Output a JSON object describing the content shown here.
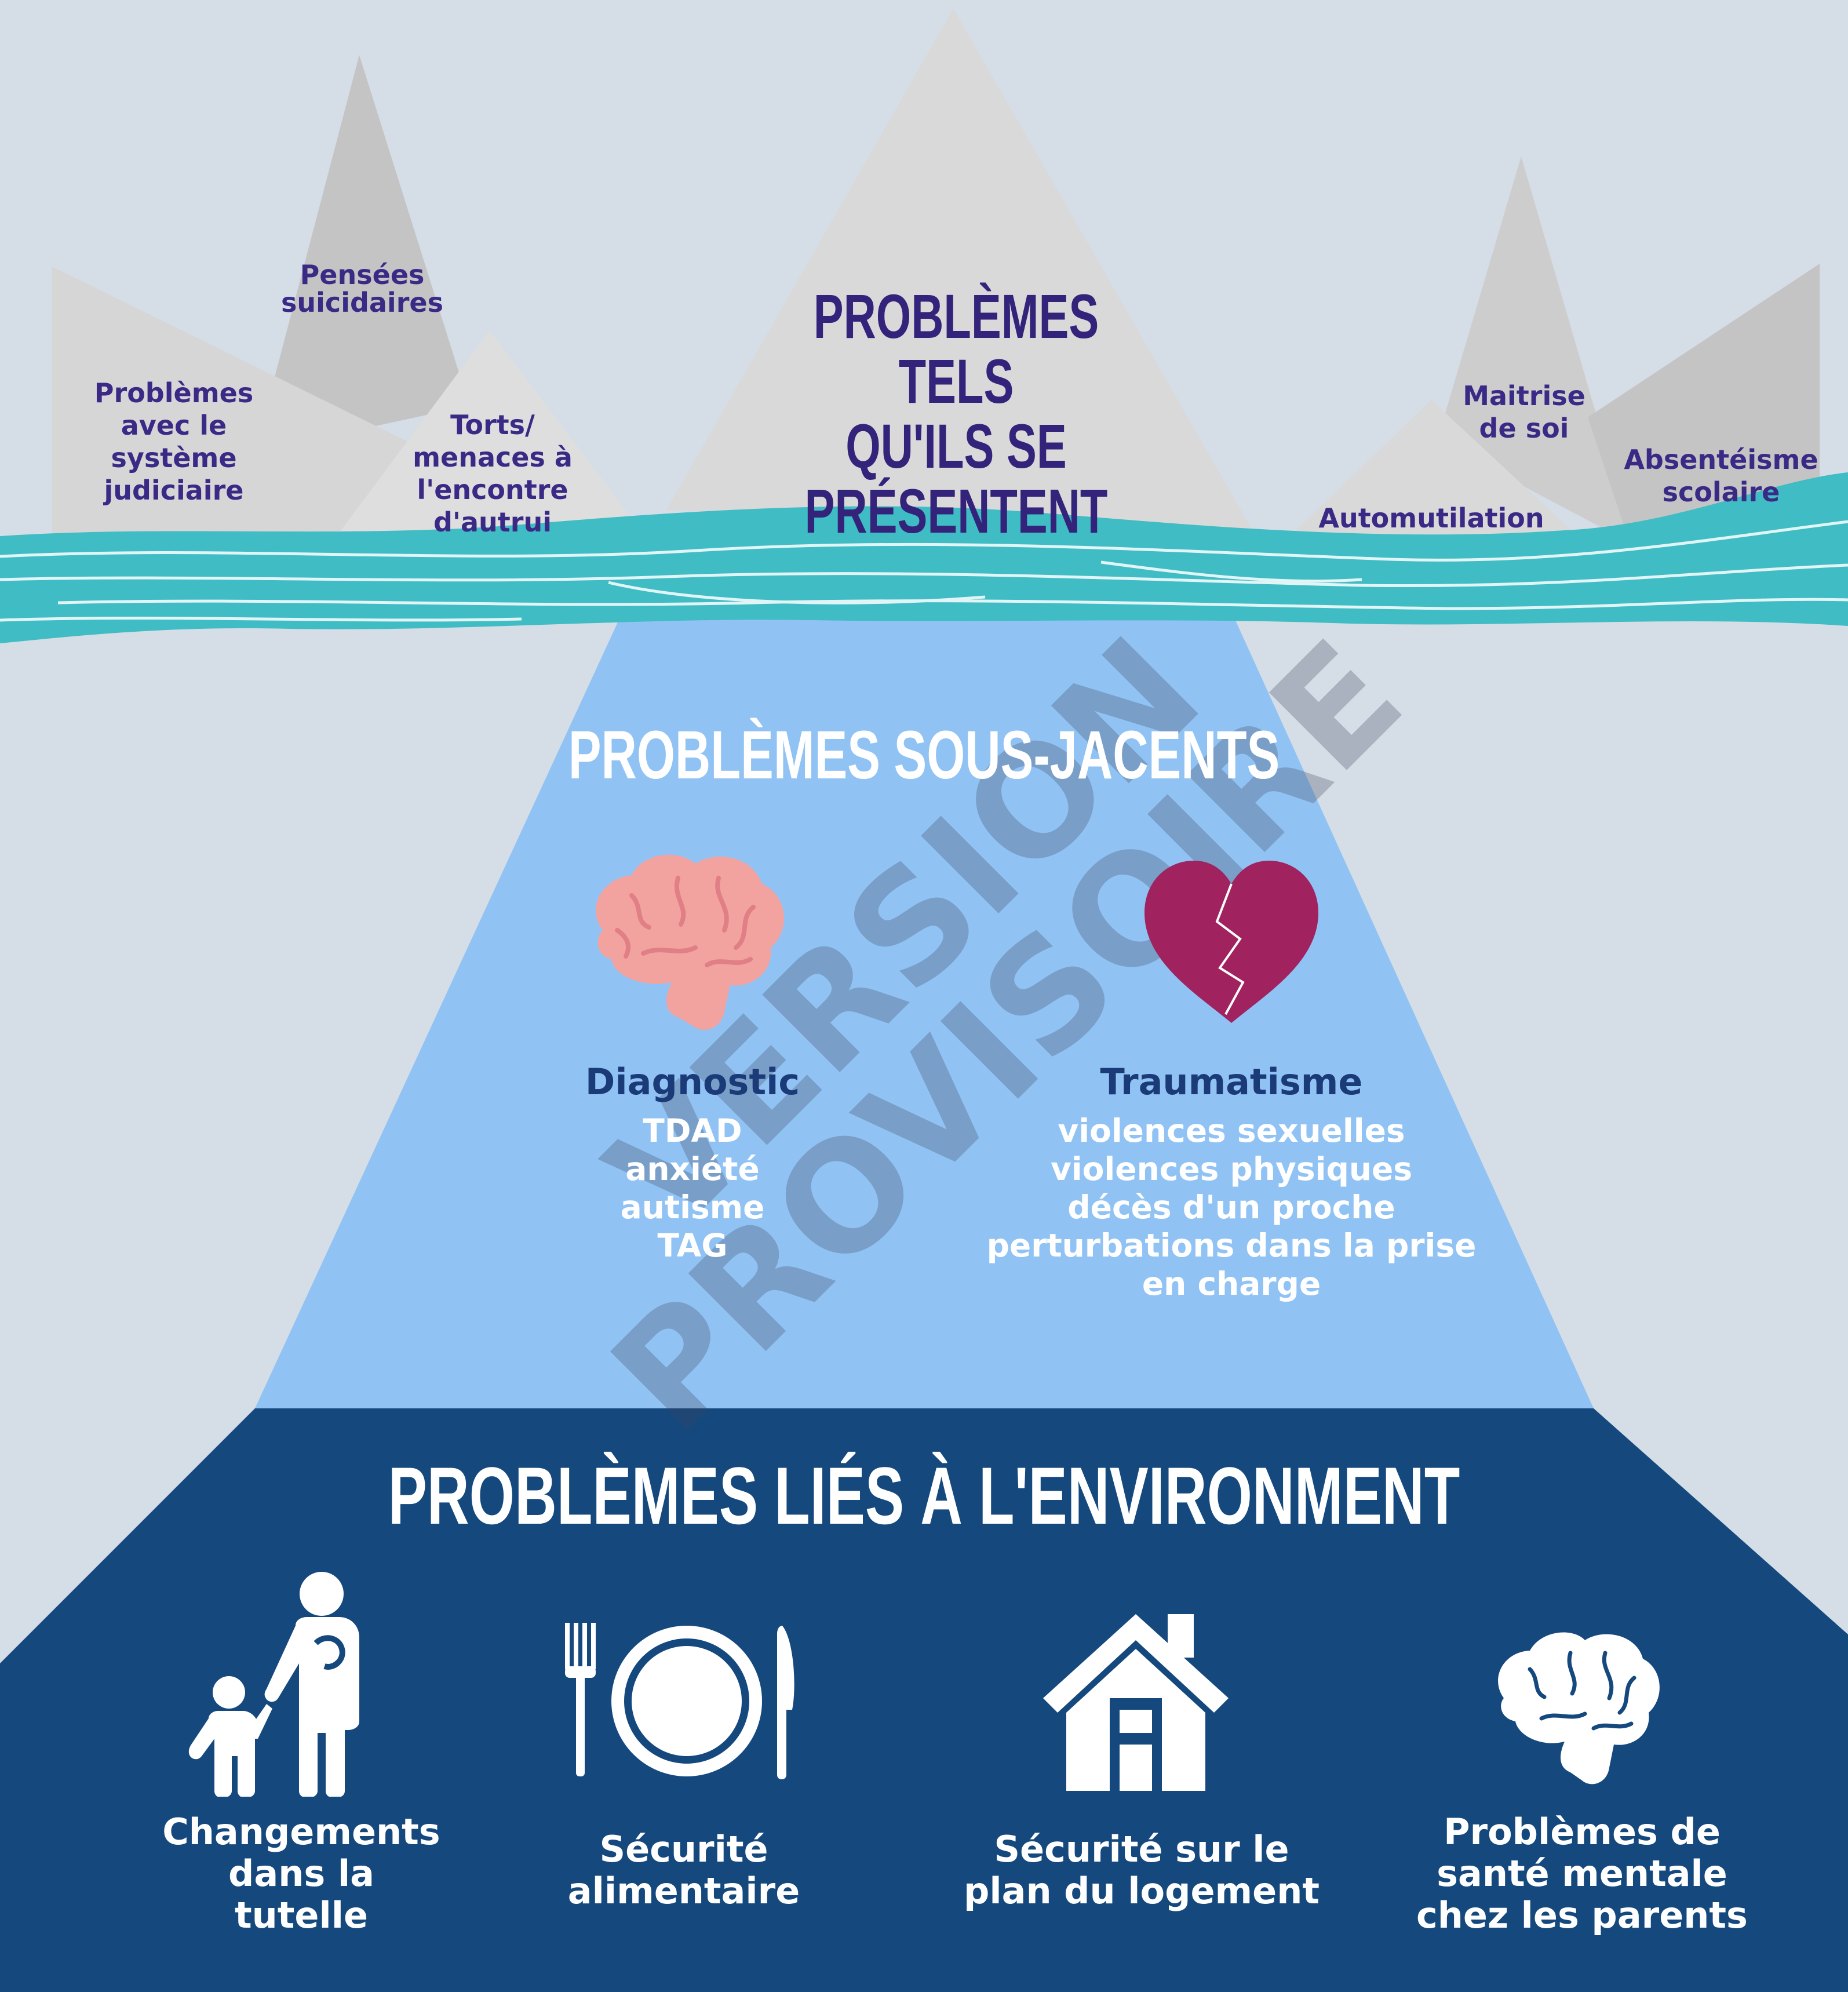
{
  "iceberg_top": {
    "main_title": "PROBLÈMES TELS\nQU'ILS SE\nPRÉSENTENT",
    "peaks": [
      {
        "label": "Pensées\nsuicidaires"
      },
      {
        "label": "Problèmes\navec le\nsystème\njudiciaire"
      },
      {
        "label": "Torts/\nmenaces à\nl'encontre\nd'autrui"
      },
      {
        "label": "Maitrise\nde soi"
      },
      {
        "label": "Absentéisme\nscolaire"
      },
      {
        "label": "Automutilation"
      }
    ]
  },
  "underlying": {
    "title": "PROBLÈMES SOUS-JACENTS",
    "diagnostic": {
      "title": "Diagnostic",
      "items": [
        "TDAD",
        "anxiété",
        "autisme",
        "TAG"
      ]
    },
    "trauma": {
      "title": "Traumatisme",
      "items": [
        "violences sexuelles",
        "violences physiques",
        "décès d'un proche",
        "perturbations dans la prise\nen charge"
      ]
    }
  },
  "environment": {
    "title": "PROBLÈMES LIÉS À L'ENVIRONMENT",
    "items": [
      {
        "label": "Changements\ndans la\ntutelle",
        "icon": "parent-child-icon"
      },
      {
        "label": "Sécurité\nalimentaire",
        "icon": "plate-utensils-icon"
      },
      {
        "label": "Sécurité sur le\nplan du logement",
        "icon": "house-icon"
      },
      {
        "label": "Problèmes de\nsanté mentale\nchez les parents",
        "icon": "brain-icon"
      }
    ]
  },
  "watermark": "VERSION\nPROVISOIRE",
  "colors": {
    "background": "#d5dde6",
    "underwater_light": "#90c3f4",
    "underwater_dark": "#15497e",
    "water": "#3fbcc4",
    "peak_light": "#d9d9d9",
    "peak_mid": "#c4c4c4",
    "label_purple": "#3a2a86",
    "brain_pink": "#f2a3a0",
    "heart_magenta": "#a0225f",
    "diagnostic_blue": "#1b3a78"
  }
}
